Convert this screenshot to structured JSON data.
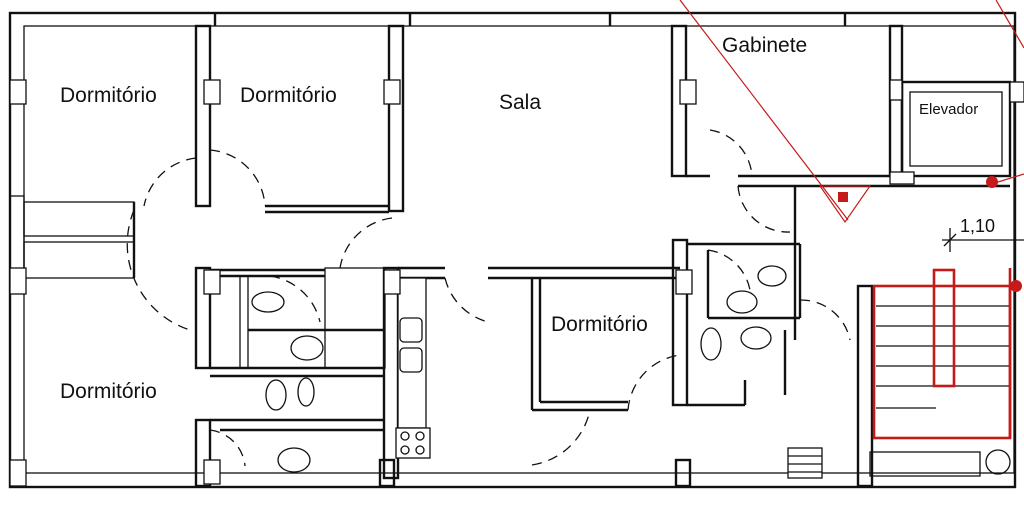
{
  "rooms": [
    {
      "id": "dorm-1",
      "label": "Dormitório"
    },
    {
      "id": "dorm-2",
      "label": "Dormitório"
    },
    {
      "id": "sala",
      "label": "Sala"
    },
    {
      "id": "gabinete",
      "label": "Gabinete"
    },
    {
      "id": "elevador",
      "label": "Elevador"
    },
    {
      "id": "dorm-3",
      "label": "Dormitório"
    },
    {
      "id": "dorm-4",
      "label": "Dormitório"
    }
  ],
  "dimensions": {
    "stair_width": "1,10"
  },
  "colors": {
    "wall": "#111111",
    "annotation": "#c41a1a"
  }
}
